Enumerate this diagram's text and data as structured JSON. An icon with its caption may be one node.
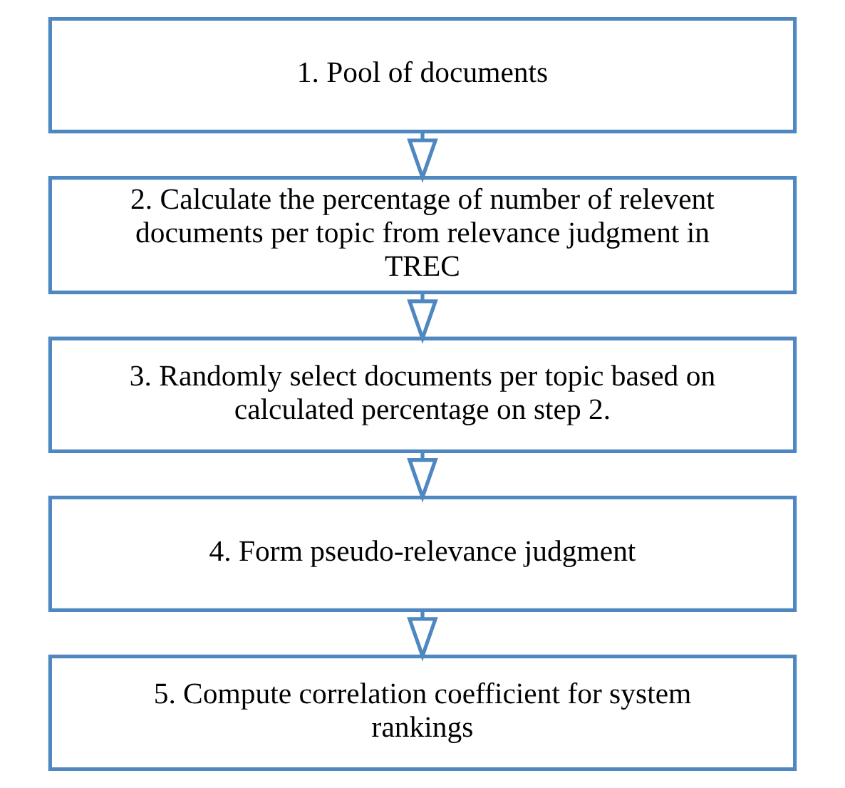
{
  "diagram": {
    "nodes": [
      {
        "text": [
          "1. Pool of documents"
        ]
      },
      {
        "text": [
          "2. Calculate the percentage of number of relevent documents per topic from relevance judgment in TREC"
        ]
      },
      {
        "text": [
          "3. Randomly select documents per topic based on calculated percentage on step 2."
        ]
      },
      {
        "text": [
          "4. Form pseudo-relevance judgment"
        ]
      },
      {
        "text": [
          "5. Compute correlation coefficient for system rankings"
        ]
      }
    ],
    "edges": [
      {
        "from": 0,
        "to": 1,
        "arrow": "to"
      },
      {
        "from": 1,
        "to": 2,
        "arrow": "to"
      },
      {
        "from": 2,
        "to": 3,
        "arrow": "to"
      },
      {
        "from": 3,
        "to": 4,
        "arrow": "to"
      }
    ]
  }
}
